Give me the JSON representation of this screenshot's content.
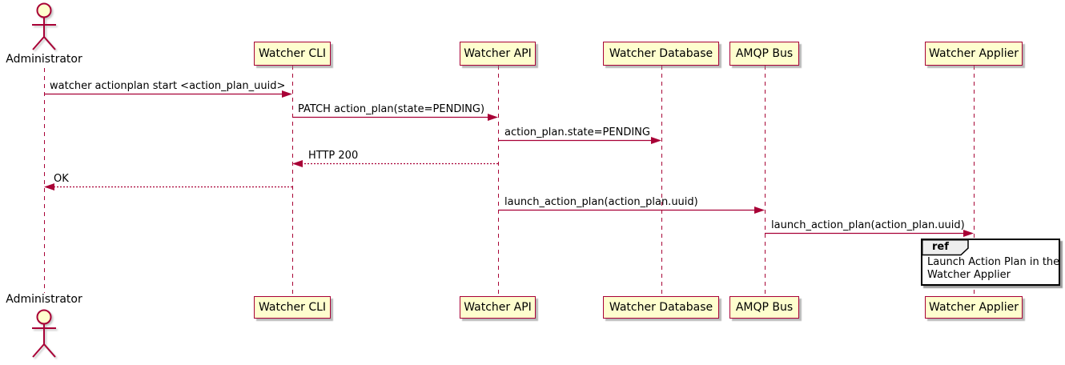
{
  "diagram_type": "uml-sequence-diagram",
  "actors": {
    "administrator": "Administrator"
  },
  "participants": [
    {
      "label": "Watcher CLI"
    },
    {
      "label": "Watcher API"
    },
    {
      "label": "Watcher Database"
    },
    {
      "label": "AMQP Bus"
    },
    {
      "label": "Watcher Applier"
    }
  ],
  "messages": [
    {
      "label": "watcher actionplan start <action_plan_uuid>",
      "from": "Administrator",
      "to": "Watcher CLI",
      "style": "solid"
    },
    {
      "label": "PATCH action_plan(state=PENDING)",
      "from": "Watcher CLI",
      "to": "Watcher API",
      "style": "solid"
    },
    {
      "label": "action_plan.state=PENDING",
      "from": "Watcher API",
      "to": "Watcher Database",
      "style": "solid"
    },
    {
      "label": "HTTP 200",
      "from": "Watcher API",
      "to": "Watcher CLI",
      "style": "dashed-return"
    },
    {
      "label": "OK",
      "from": "Watcher CLI",
      "to": "Administrator",
      "style": "dashed-return"
    },
    {
      "label": "launch_action_plan(action_plan.uuid)",
      "from": "Watcher API",
      "to": "AMQP Bus",
      "style": "solid"
    },
    {
      "label": "launch_action_plan(action_plan.uuid)",
      "from": "AMQP Bus",
      "to": "Watcher Applier",
      "style": "solid"
    }
  ],
  "ref": {
    "keyword": "ref",
    "line1": "Launch Action Plan in the",
    "line2": "Watcher Applier"
  },
  "colors": {
    "participant_fill": "#FEFECE",
    "line_and_border": "#A80036",
    "ref_border": "#000000",
    "ref_tab_fill": "#EEEEEE",
    "text": "#000000"
  }
}
